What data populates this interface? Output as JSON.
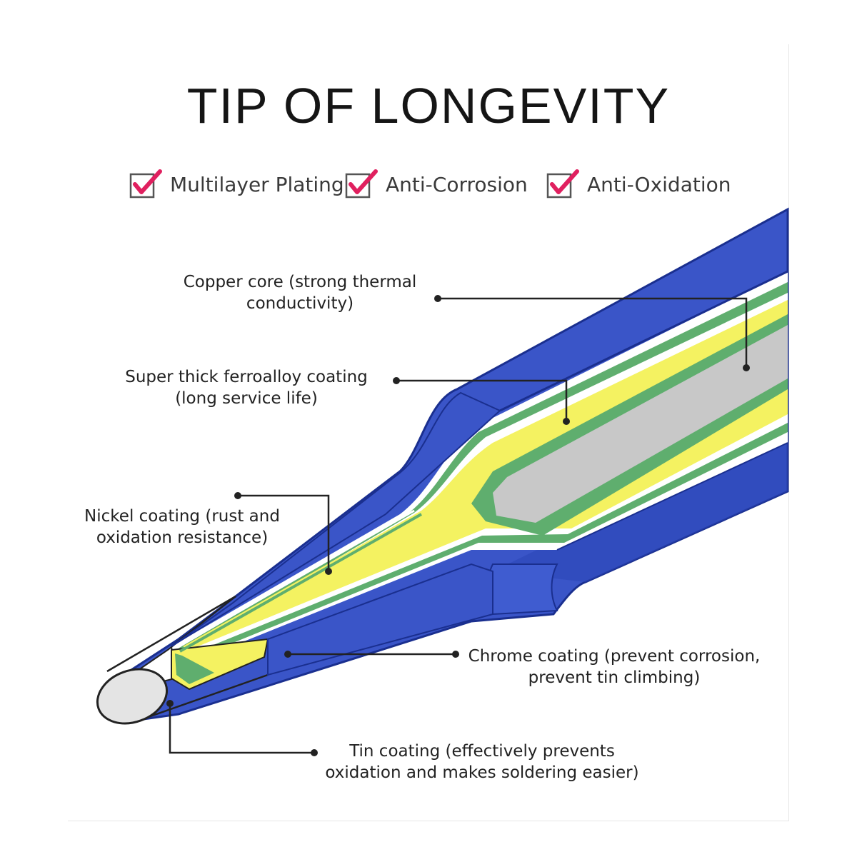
{
  "title": "TIP OF LONGEVITY",
  "features": [
    {
      "label": "Multilayer Plating",
      "icon": "checkbox-checked-icon"
    },
    {
      "label": "Anti-Corrosion",
      "icon": "checkbox-checked-icon"
    },
    {
      "label": "Anti-Oxidation",
      "icon": "checkbox-checked-icon"
    }
  ],
  "callouts": {
    "copper_core": "Copper core (strong thermal\nconductivity)",
    "ferroalloy": "Super thick ferroalloy coating\n(long service life)",
    "nickel": "Nickel coating (rust and\noxidation resistance)",
    "chrome": "Chrome coating (prevent corrosion,\nprevent tin climbing)",
    "tin": "Tin coating (effectively prevents\noxidation and makes soldering easier)"
  },
  "colors": {
    "shell_blue": "#3a55c8",
    "shell_dark": "#1a2f8f",
    "green": "#5fae6e",
    "yellow": "#f4f261",
    "copper_gray": "#c8c8c8",
    "tip_gray": "#e4e4e4",
    "check_pink": "#e0205f"
  }
}
